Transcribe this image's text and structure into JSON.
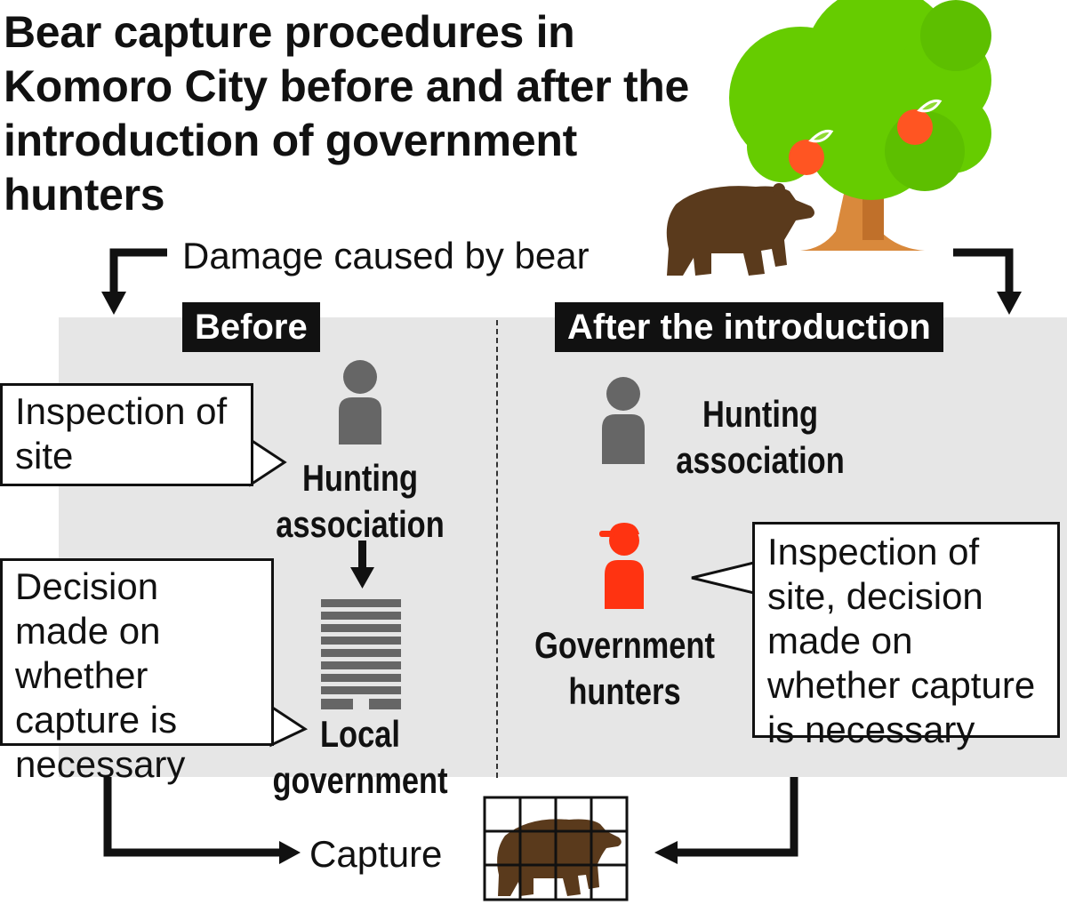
{
  "title": "Bear capture procedures in Komoro City before and after the introduction of government hunters",
  "damage_label": "Damage caused by bear",
  "before": {
    "tag": "Before",
    "callout_inspection": "Inspection of site",
    "callout_decision": "Decision made on whether capture is necessary",
    "actor_hunting": "Hunting association",
    "actor_government": "Local government"
  },
  "after": {
    "tag": "After the introduction",
    "actor_hunting": "Hunting association",
    "actor_gov_hunters": "Government hunters",
    "callout": "Inspection of site, decision made on whether capture is necessary"
  },
  "capture_label": "Capture",
  "colors": {
    "panel": "#e6e6e6",
    "person_gray": "#666666",
    "person_red": "#ff3311",
    "tree_leaves": "#66cc00",
    "tree_trunk": "#d9893c",
    "bear": "#5a3a1c",
    "apple": "#ff5522"
  }
}
